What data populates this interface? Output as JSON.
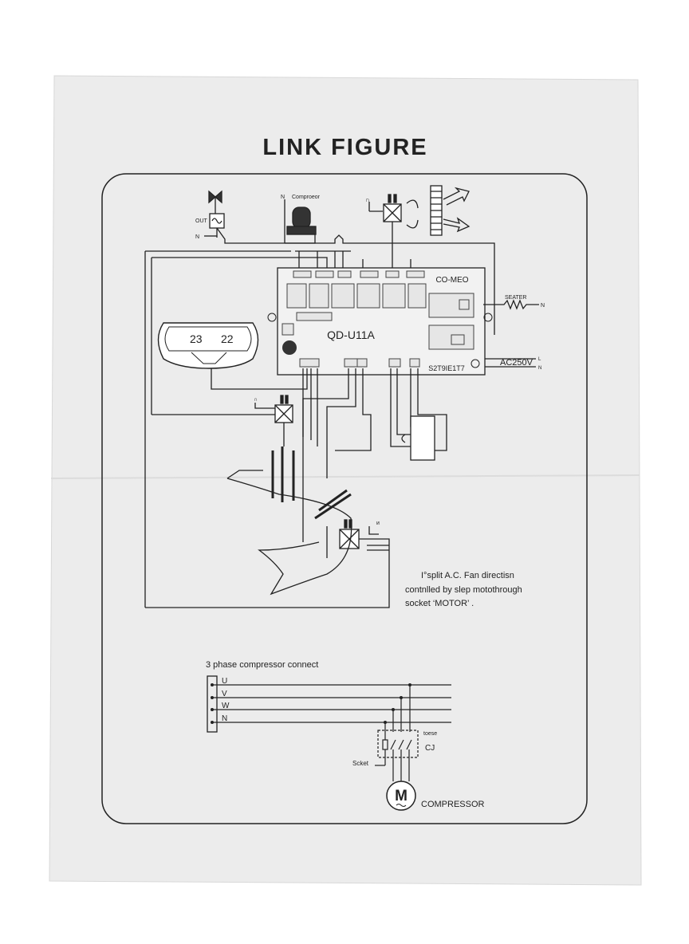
{
  "title": "LINK FIGURE",
  "top_labels": {
    "out": "OUT",
    "n_left": "N",
    "n_compressor": "N",
    "compressor": "Comproeor",
    "n_fan": "∩",
    "seater": "SEATER",
    "ac": "AC250V",
    "ac_l": "L",
    "ac_n": "N",
    "seater_n": "N",
    "n_bottom_valve": "∩",
    "n_indoor": "и"
  },
  "board": {
    "model": "QD-U11A",
    "code_top": "CO-MEO",
    "code_bottom": "S2T9IE1T7",
    "remote_temp_left": "23",
    "remote_temp_right": "22"
  },
  "note": {
    "line1": "I°split A.C.  Fan directisn",
    "line2": "contnlled by slep motothrough",
    "line3": "socket  ‘MOTOR’ ."
  },
  "three_phase": {
    "title": "3 phase compressor connect",
    "lines": [
      "U",
      "V",
      "W",
      "N"
    ],
    "socket": "Scket",
    "cj": "CJ",
    "cj_small": "toese",
    "motor": "M",
    "motor_label": "COMPRESSOR"
  }
}
